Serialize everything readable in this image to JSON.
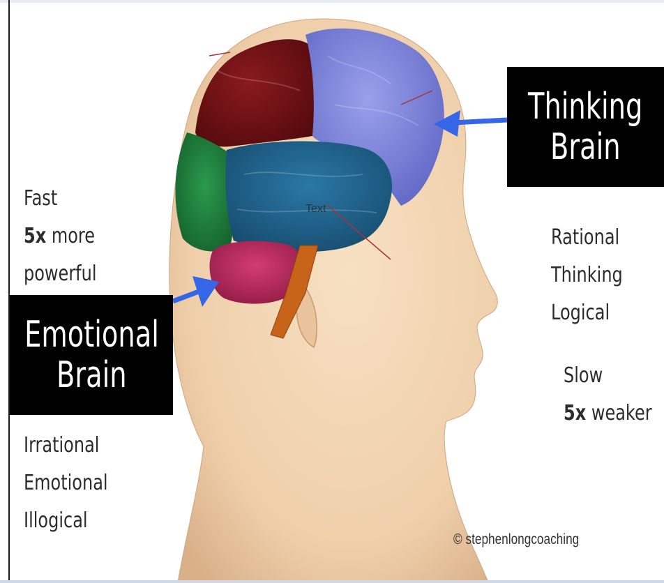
{
  "thinking_label": [
    "Thinking",
    "Brain"
  ],
  "emotional_label": [
    "Emotional",
    "Brain"
  ],
  "left_top": {
    "line1": "Fast",
    "line2_bold": "5x",
    "line2_rest": " more",
    "line3": "powerful"
  },
  "left_bottom": [
    "Irrational",
    "Emotional",
    "Illogical"
  ],
  "right_mid": [
    "Rational",
    "Thinking",
    "Logical"
  ],
  "right_bottom": {
    "line1": "Slow",
    "line2_bold": "5x",
    "line2_rest": " weaker"
  },
  "brain_inner_text": "Text",
  "copyright": "© stephenlongcoaching",
  "colors": {
    "arrow": "#3566e8",
    "frontal_lobe": "#7b82d8",
    "parietal_lobe": "#6e0f12",
    "occipital_lobe": "#1d7a3a",
    "temporal_lobe": "#1f5e86",
    "cerebellum": "#b8285a",
    "brainstem": "#c8631a",
    "skin": "#f1d3b0"
  }
}
